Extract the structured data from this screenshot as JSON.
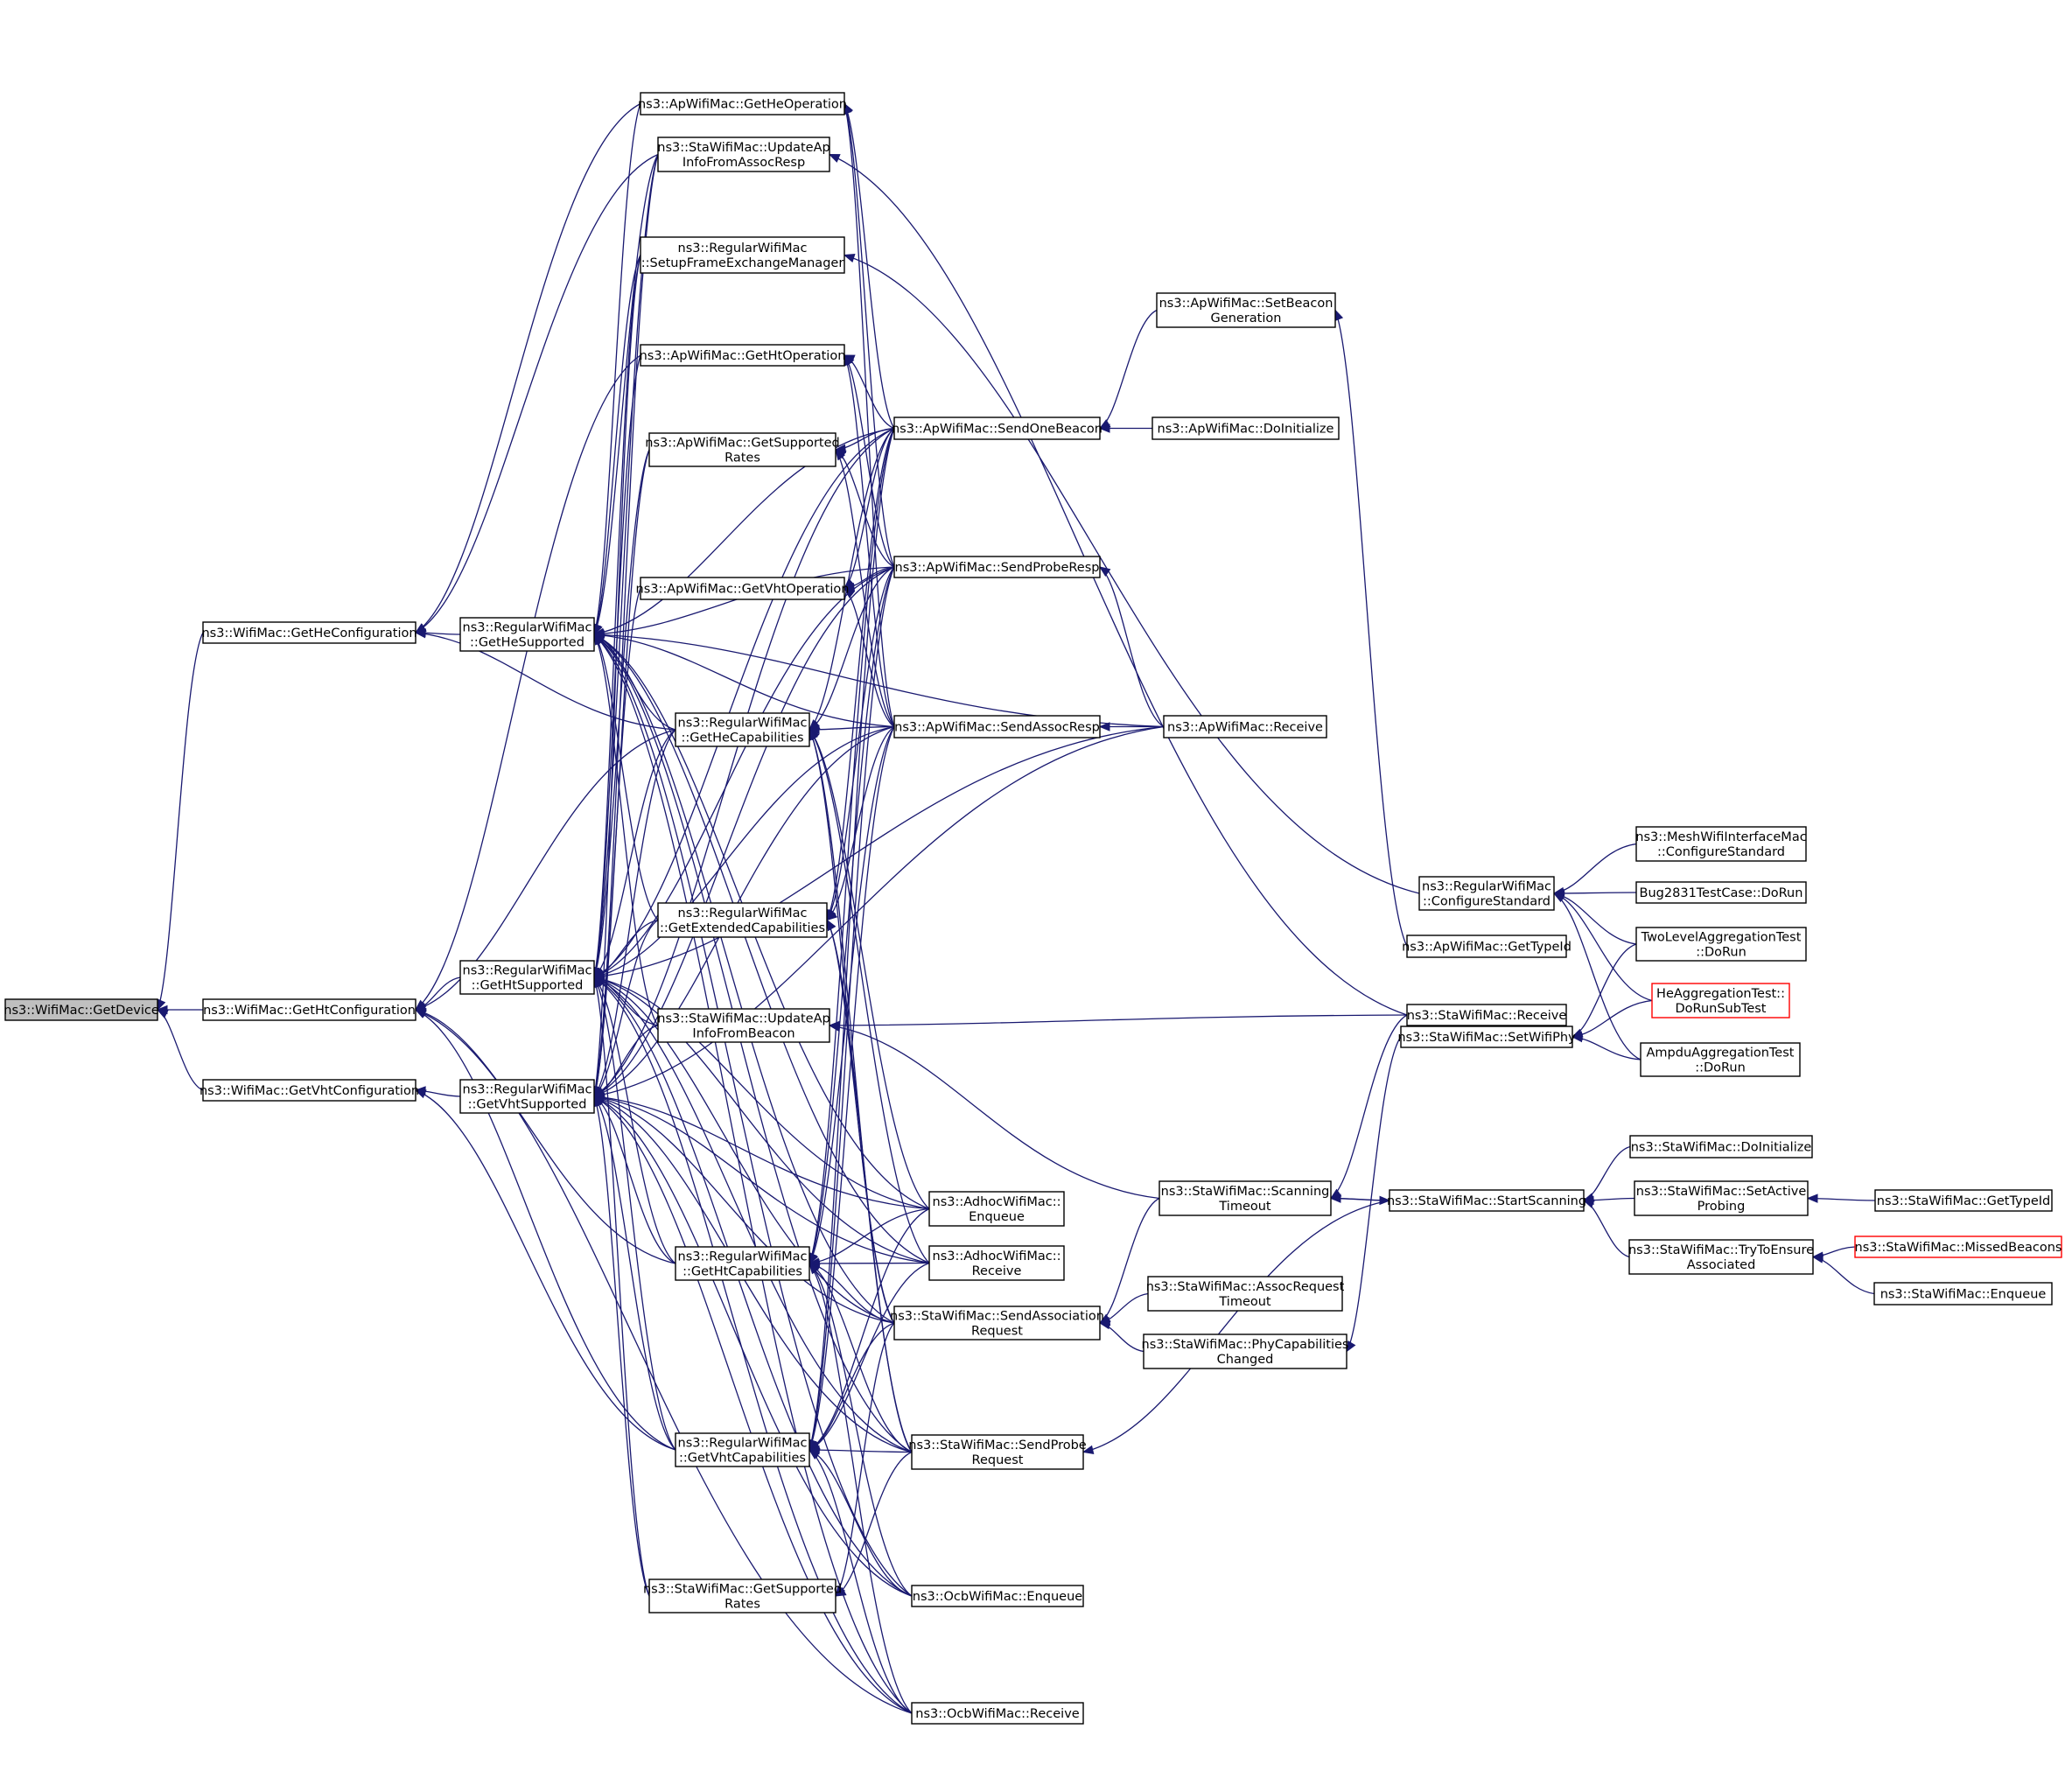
{
  "graph": {
    "nodes": [
      {
        "id": "getdevice",
        "lines": [
          "ns3::WifiMac::GetDevice"
        ],
        "style": "root"
      },
      {
        "id": "gethecfg",
        "lines": [
          "ns3::WifiMac::GetHeConfiguration"
        ]
      },
      {
        "id": "gethtcfg",
        "lines": [
          "ns3::WifiMac::GetHtConfiguration"
        ]
      },
      {
        "id": "getvhtcfg",
        "lines": [
          "ns3::WifiMac::GetVhtConfiguration"
        ]
      },
      {
        "id": "hesupp",
        "lines": [
          "ns3::RegularWifiMac",
          "::GetHeSupported"
        ]
      },
      {
        "id": "htsupp",
        "lines": [
          "ns3::RegularWifiMac",
          "::GetHtSupported"
        ]
      },
      {
        "id": "vhtsupp",
        "lines": [
          "ns3::RegularWifiMac",
          "::GetVhtSupported"
        ]
      },
      {
        "id": "apheop",
        "lines": [
          "ns3::ApWifiMac::GetHeOperation"
        ]
      },
      {
        "id": "staupdassoc",
        "lines": [
          "ns3::StaWifiMac::UpdateAp",
          "InfoFromAssocResp"
        ]
      },
      {
        "id": "setupfem",
        "lines": [
          "ns3::RegularWifiMac",
          "::SetupFrameExchangeManager"
        ]
      },
      {
        "id": "aphtop",
        "lines": [
          "ns3::ApWifiMac::GetHtOperation"
        ]
      },
      {
        "id": "apsupprates",
        "lines": [
          "ns3::ApWifiMac::GetSupported",
          "Rates"
        ]
      },
      {
        "id": "apvhtop",
        "lines": [
          "ns3::ApWifiMac::GetVhtOperation"
        ]
      },
      {
        "id": "hecap",
        "lines": [
          "ns3::RegularWifiMac",
          "::GetHeCapabilities"
        ]
      },
      {
        "id": "extcap",
        "lines": [
          "ns3::RegularWifiMac",
          "::GetExtendedCapabilities"
        ]
      },
      {
        "id": "staupdbeacon",
        "lines": [
          "ns3::StaWifiMac::UpdateAp",
          "InfoFromBeacon"
        ]
      },
      {
        "id": "htcap",
        "lines": [
          "ns3::RegularWifiMac",
          "::GetHtCapabilities"
        ]
      },
      {
        "id": "vhtcap",
        "lines": [
          "ns3::RegularWifiMac",
          "::GetVhtCapabilities"
        ]
      },
      {
        "id": "stasupprates",
        "lines": [
          "ns3::StaWifiMac::GetSupported",
          "Rates"
        ]
      },
      {
        "id": "sendonebeacon",
        "lines": [
          "ns3::ApWifiMac::SendOneBeacon"
        ]
      },
      {
        "id": "sendproberesp",
        "lines": [
          "ns3::ApWifiMac::SendProbeResp"
        ]
      },
      {
        "id": "sendassocresp",
        "lines": [
          "ns3::ApWifiMac::SendAssocResp"
        ]
      },
      {
        "id": "adhocenq",
        "lines": [
          "ns3::AdhocWifiMac::",
          "Enqueue"
        ]
      },
      {
        "id": "adhocrecv",
        "lines": [
          "ns3::AdhocWifiMac::",
          "Receive"
        ]
      },
      {
        "id": "sendassocreq",
        "lines": [
          "ns3::StaWifiMac::SendAssociation",
          "Request"
        ]
      },
      {
        "id": "sendprobereq",
        "lines": [
          "ns3::StaWifiMac::SendProbe",
          "Request"
        ]
      },
      {
        "id": "ocbenq",
        "lines": [
          "ns3::OcbWifiMac::Enqueue"
        ]
      },
      {
        "id": "ocbrecv",
        "lines": [
          "ns3::OcbWifiMac::Receive"
        ]
      },
      {
        "id": "setbeacongen",
        "lines": [
          "ns3::ApWifiMac::SetBeacon",
          "Generation"
        ]
      },
      {
        "id": "apdoinit",
        "lines": [
          "ns3::ApWifiMac::DoInitialize"
        ]
      },
      {
        "id": "aprecv",
        "lines": [
          "ns3::ApWifiMac::Receive"
        ]
      },
      {
        "id": "scantimeout",
        "lines": [
          "ns3::StaWifiMac::Scanning",
          "Timeout"
        ]
      },
      {
        "id": "assocreqtimeout",
        "lines": [
          "ns3::StaWifiMac::AssocRequest",
          "Timeout"
        ]
      },
      {
        "id": "phycapchanged",
        "lines": [
          "ns3::StaWifiMac::PhyCapabilities",
          "Changed"
        ]
      },
      {
        "id": "cfgstd",
        "lines": [
          "ns3::RegularWifiMac",
          "::ConfigureStandard"
        ]
      },
      {
        "id": "apgettypeid",
        "lines": [
          "ns3::ApWifiMac::GetTypeId"
        ]
      },
      {
        "id": "starecv",
        "lines": [
          "ns3::StaWifiMac::Receive"
        ]
      },
      {
        "id": "setwifiphy",
        "lines": [
          "ns3::StaWifiMac::SetWifiPhy"
        ]
      },
      {
        "id": "startscan",
        "lines": [
          "ns3::StaWifiMac::StartScanning"
        ]
      },
      {
        "id": "meshcfg",
        "lines": [
          "ns3::MeshWifiInterfaceMac",
          "::ConfigureStandard"
        ]
      },
      {
        "id": "bug2831",
        "lines": [
          "Bug2831TestCase::DoRun"
        ]
      },
      {
        "id": "twolevel",
        "lines": [
          "TwoLevelAggregationTest",
          "::DoRun"
        ]
      },
      {
        "id": "heagg",
        "lines": [
          "HeAggregationTest::",
          "DoRunSubTest"
        ],
        "style": "truncated"
      },
      {
        "id": "ampdu",
        "lines": [
          "AmpduAggregationTest",
          "::DoRun"
        ]
      },
      {
        "id": "stadoinit",
        "lines": [
          "ns3::StaWifiMac::DoInitialize"
        ]
      },
      {
        "id": "setactiveprobing",
        "lines": [
          "ns3::StaWifiMac::SetActive",
          "Probing"
        ]
      },
      {
        "id": "tryensure",
        "lines": [
          "ns3::StaWifiMac::TryToEnsure",
          "Associated"
        ]
      },
      {
        "id": "stagettypeid",
        "lines": [
          "ns3::StaWifiMac::GetTypeId"
        ]
      },
      {
        "id": "missedbeacons",
        "lines": [
          "ns3::StaWifiMac::MissedBeacons"
        ],
        "style": "truncated"
      },
      {
        "id": "staenq",
        "lines": [
          "ns3::StaWifiMac::Enqueue"
        ]
      }
    ],
    "edges": [
      [
        "gethecfg",
        "getdevice"
      ],
      [
        "gethtcfg",
        "getdevice"
      ],
      [
        "getvhtcfg",
        "getdevice"
      ],
      [
        "hesupp",
        "gethecfg"
      ],
      [
        "htsupp",
        "gethtcfg"
      ],
      [
        "vhtsupp",
        "getvhtcfg"
      ],
      [
        "apheop",
        "gethecfg"
      ],
      [
        "staupdassoc",
        "gethecfg"
      ],
      [
        "hecap",
        "gethecfg"
      ],
      [
        "aphtop",
        "gethtcfg"
      ],
      [
        "hecap",
        "gethtcfg"
      ],
      [
        "htcap",
        "gethtcfg"
      ],
      [
        "vhtcap",
        "gethtcfg"
      ],
      [
        "ocbrecv",
        "gethtcfg"
      ],
      [
        "vhtcap",
        "getvhtcfg"
      ],
      [
        "apheop",
        "hesupp"
      ],
      [
        "staupdassoc",
        "hesupp"
      ],
      [
        "setupfem",
        "hesupp"
      ],
      [
        "hecap",
        "hesupp"
      ],
      [
        "extcap",
        "hesupp"
      ],
      [
        "staupdbeacon",
        "hesupp"
      ],
      [
        "sendonebeacon",
        "hesupp"
      ],
      [
        "sendproberesp",
        "hesupp"
      ],
      [
        "sendassocresp",
        "hesupp"
      ],
      [
        "adhocenq",
        "hesupp"
      ],
      [
        "adhocrecv",
        "hesupp"
      ],
      [
        "sendassocreq",
        "hesupp"
      ],
      [
        "sendprobereq",
        "hesupp"
      ],
      [
        "ocbenq",
        "hesupp"
      ],
      [
        "ocbrecv",
        "hesupp"
      ],
      [
        "aprecv",
        "hesupp"
      ],
      [
        "staupdassoc",
        "htsupp"
      ],
      [
        "setupfem",
        "htsupp"
      ],
      [
        "aphtop",
        "htsupp"
      ],
      [
        "apsupprates",
        "htsupp"
      ],
      [
        "hecap",
        "htsupp"
      ],
      [
        "extcap",
        "htsupp"
      ],
      [
        "staupdbeacon",
        "htsupp"
      ],
      [
        "htcap",
        "htsupp"
      ],
      [
        "vhtcap",
        "htsupp"
      ],
      [
        "stasupprates",
        "htsupp"
      ],
      [
        "sendonebeacon",
        "htsupp"
      ],
      [
        "sendproberesp",
        "htsupp"
      ],
      [
        "sendassocresp",
        "htsupp"
      ],
      [
        "adhocenq",
        "htsupp"
      ],
      [
        "adhocrecv",
        "htsupp"
      ],
      [
        "sendassocreq",
        "htsupp"
      ],
      [
        "sendprobereq",
        "htsupp"
      ],
      [
        "ocbenq",
        "htsupp"
      ],
      [
        "ocbrecv",
        "htsupp"
      ],
      [
        "aprecv",
        "htsupp"
      ],
      [
        "staupdassoc",
        "vhtsupp"
      ],
      [
        "setupfem",
        "vhtsupp"
      ],
      [
        "apvhtop",
        "vhtsupp"
      ],
      [
        "apsupprates",
        "vhtsupp"
      ],
      [
        "hecap",
        "vhtsupp"
      ],
      [
        "extcap",
        "vhtsupp"
      ],
      [
        "staupdbeacon",
        "vhtsupp"
      ],
      [
        "htcap",
        "vhtsupp"
      ],
      [
        "vhtcap",
        "vhtsupp"
      ],
      [
        "stasupprates",
        "vhtsupp"
      ],
      [
        "sendonebeacon",
        "vhtsupp"
      ],
      [
        "sendproberesp",
        "vhtsupp"
      ],
      [
        "sendassocresp",
        "vhtsupp"
      ],
      [
        "adhocenq",
        "vhtsupp"
      ],
      [
        "adhocrecv",
        "vhtsupp"
      ],
      [
        "sendassocreq",
        "vhtsupp"
      ],
      [
        "sendprobereq",
        "vhtsupp"
      ],
      [
        "ocbenq",
        "vhtsupp"
      ],
      [
        "ocbrecv",
        "vhtsupp"
      ],
      [
        "aprecv",
        "vhtsupp"
      ],
      [
        "sendonebeacon",
        "apheop"
      ],
      [
        "sendproberesp",
        "apheop"
      ],
      [
        "sendassocresp",
        "apheop"
      ],
      [
        "starecv",
        "staupdassoc"
      ],
      [
        "cfgstd",
        "setupfem"
      ],
      [
        "sendonebeacon",
        "aphtop"
      ],
      [
        "sendproberesp",
        "aphtop"
      ],
      [
        "sendassocresp",
        "aphtop"
      ],
      [
        "sendonebeacon",
        "apsupprates"
      ],
      [
        "sendproberesp",
        "apsupprates"
      ],
      [
        "sendassocresp",
        "apsupprates"
      ],
      [
        "sendonebeacon",
        "apvhtop"
      ],
      [
        "sendproberesp",
        "apvhtop"
      ],
      [
        "sendassocresp",
        "apvhtop"
      ],
      [
        "sendonebeacon",
        "hecap"
      ],
      [
        "sendproberesp",
        "hecap"
      ],
      [
        "sendassocresp",
        "hecap"
      ],
      [
        "adhocenq",
        "hecap"
      ],
      [
        "adhocrecv",
        "hecap"
      ],
      [
        "sendassocreq",
        "hecap"
      ],
      [
        "sendprobereq",
        "hecap"
      ],
      [
        "sendonebeacon",
        "extcap"
      ],
      [
        "sendproberesp",
        "extcap"
      ],
      [
        "sendassocresp",
        "extcap"
      ],
      [
        "sendassocreq",
        "extcap"
      ],
      [
        "sendprobereq",
        "extcap"
      ],
      [
        "starecv",
        "staupdbeacon"
      ],
      [
        "scantimeout",
        "staupdbeacon"
      ],
      [
        "sendonebeacon",
        "htcap"
      ],
      [
        "sendproberesp",
        "htcap"
      ],
      [
        "sendassocresp",
        "htcap"
      ],
      [
        "adhocenq",
        "htcap"
      ],
      [
        "adhocrecv",
        "htcap"
      ],
      [
        "sendassocreq",
        "htcap"
      ],
      [
        "sendprobereq",
        "htcap"
      ],
      [
        "ocbenq",
        "htcap"
      ],
      [
        "ocbrecv",
        "htcap"
      ],
      [
        "sendonebeacon",
        "vhtcap"
      ],
      [
        "sendproberesp",
        "vhtcap"
      ],
      [
        "sendassocresp",
        "vhtcap"
      ],
      [
        "adhocenq",
        "vhtcap"
      ],
      [
        "adhocrecv",
        "vhtcap"
      ],
      [
        "sendassocreq",
        "vhtcap"
      ],
      [
        "sendprobereq",
        "vhtcap"
      ],
      [
        "ocbenq",
        "vhtcap"
      ],
      [
        "ocbrecv",
        "vhtcap"
      ],
      [
        "sendassocreq",
        "stasupprates"
      ],
      [
        "sendprobereq",
        "stasupprates"
      ],
      [
        "setbeacongen",
        "sendonebeacon"
      ],
      [
        "apdoinit",
        "sendonebeacon"
      ],
      [
        "aprecv",
        "sendproberesp"
      ],
      [
        "aprecv",
        "sendassocresp"
      ],
      [
        "scantimeout",
        "sendassocreq"
      ],
      [
        "assocreqtimeout",
        "sendassocreq"
      ],
      [
        "phycapchanged",
        "sendassocreq"
      ],
      [
        "startscan",
        "sendprobereq"
      ],
      [
        "apgettypeid",
        "setbeacongen"
      ],
      [
        "starecv",
        "scantimeout"
      ],
      [
        "startscan",
        "scantimeout"
      ],
      [
        "setwifiphy",
        "phycapchanged"
      ],
      [
        "meshcfg",
        "cfgstd"
      ],
      [
        "bug2831",
        "cfgstd"
      ],
      [
        "twolevel",
        "cfgstd"
      ],
      [
        "heagg",
        "cfgstd"
      ],
      [
        "ampdu",
        "cfgstd"
      ],
      [
        "twolevel",
        "setwifiphy"
      ],
      [
        "heagg",
        "setwifiphy"
      ],
      [
        "ampdu",
        "setwifiphy"
      ],
      [
        "scantimeout",
        "startscan"
      ],
      [
        "stadoinit",
        "startscan"
      ],
      [
        "setactiveprobing",
        "startscan"
      ],
      [
        "tryensure",
        "startscan"
      ],
      [
        "stagettypeid",
        "setactiveprobing"
      ],
      [
        "missedbeacons",
        "tryensure"
      ],
      [
        "staenq",
        "tryensure"
      ]
    ]
  },
  "colors": {
    "edge": "#191970",
    "node_border": "#000000",
    "node_fill": "#ffffff",
    "root_fill": "#bfbfbf",
    "truncated_border": "#ff0000"
  }
}
